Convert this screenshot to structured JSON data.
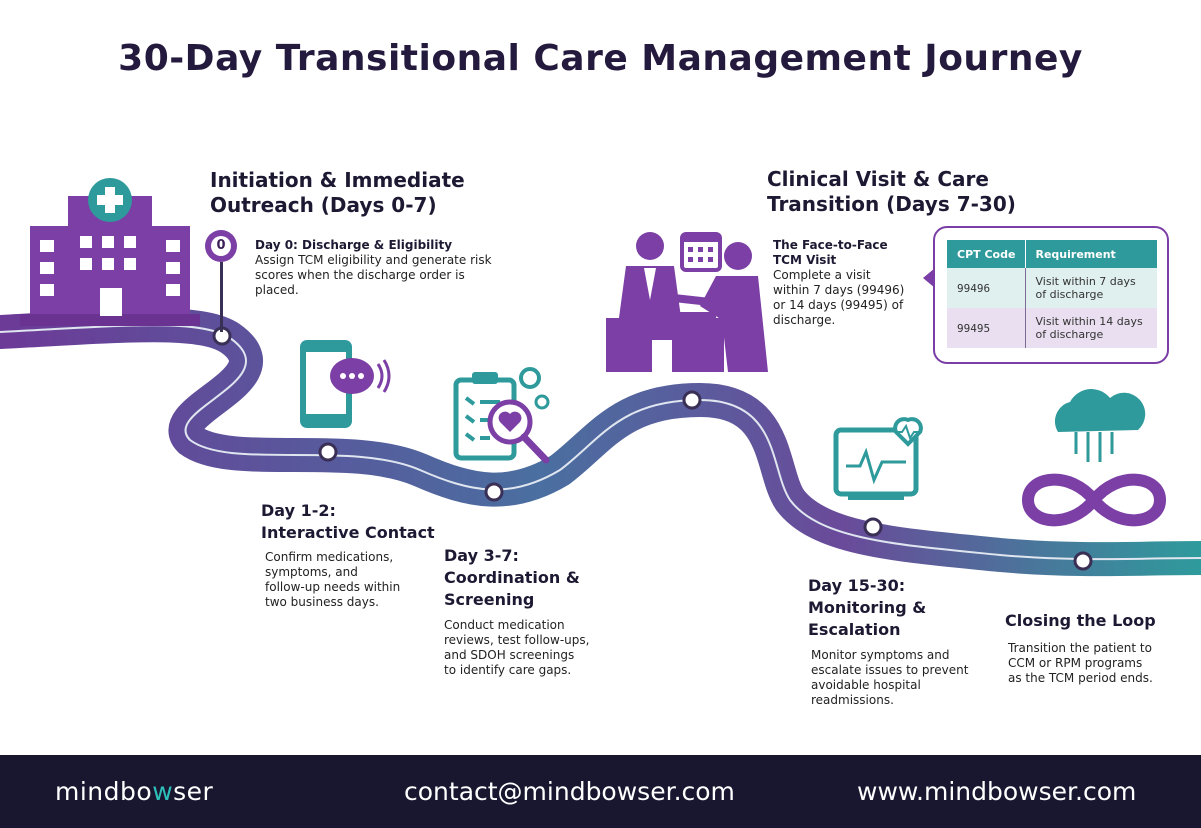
{
  "title": "30-Day Transitional Care Management Journey",
  "phases": {
    "initiation": {
      "heading_line1": "Initiation & Immediate",
      "heading_line2": "Outreach (Days 0-7)",
      "pin_label": "0",
      "sub_heading": "Day 0: Discharge & Eligibility",
      "body": [
        "Assign TCM eligibility and generate risk",
        "scores when the discharge order is",
        "placed."
      ]
    },
    "day1": {
      "heading_line1": "Day 1-2:",
      "heading_line2": "Interactive Contact",
      "body": [
        "Confirm medications,",
        "symptoms, and",
        "follow-up needs within",
        "two business days."
      ]
    },
    "day3": {
      "heading_line1": "Day 3-7:",
      "heading_line2": "Coordination &",
      "heading_line3": "Screening",
      "body": [
        "Conduct medication",
        "reviews, test follow-ups,",
        "and SDOH screenings",
        "to identify care gaps."
      ]
    },
    "clinical": {
      "heading_line1": "Clinical Visit & Care",
      "heading_line2": "Transition (Days 7-30)",
      "sub_heading_line1": "The Face-to-Face",
      "sub_heading_line2": "TCM Visit",
      "body": [
        "Complete a visit",
        "within 7 days (99496)",
        "or 14 days (99495) of",
        "discharge."
      ]
    },
    "day15": {
      "heading_line1": "Day 15-30:",
      "heading_line2": "Monitoring &",
      "heading_line3": "Escalation",
      "body": [
        "Monitor symptoms and",
        "escalate issues to prevent",
        "avoidable hospital",
        "readmissions."
      ]
    },
    "closing": {
      "heading": "Closing the Loop",
      "body": [
        "Transition the patient to",
        "CCM or RPM programs",
        "as the TCM period ends."
      ]
    }
  },
  "cpt_table": {
    "headers": [
      "CPT Code",
      "Requirement"
    ],
    "rows": [
      {
        "code": "99496",
        "requirement_line1": "Visit within 7 days",
        "requirement_line2": "of discharge"
      },
      {
        "code": "99495",
        "requirement_line1": "Visit within 14 days",
        "requirement_line2": "of discharge"
      }
    ]
  },
  "footer": {
    "logo_a": "mindbo",
    "logo_b": "w",
    "logo_c": "ser",
    "email": "contact@mindbowser.com",
    "website": "www.mindbowser.com"
  },
  "colors": {
    "purple": "#7b3fa5",
    "teal": "#2f9a9b",
    "navy": "#191630"
  },
  "icons": [
    "hospital-icon",
    "phone-chat-icon",
    "clipboard-heart-icon",
    "doctor-handshake-icon",
    "heart-monitor-icon",
    "cloud-infinity-icon"
  ]
}
